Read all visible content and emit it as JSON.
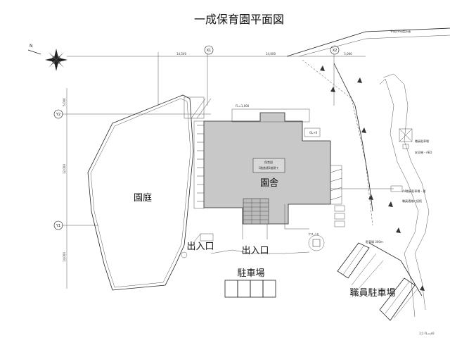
{
  "title": "一成保育園平面図",
  "labels": {
    "garden": "園庭",
    "building": "園舎",
    "entrance_left": "出入口",
    "entrance_center": "出入口",
    "parking": "駐車場",
    "staff_parking": "職員駐車場",
    "building_note_1": "保育園",
    "building_note_2": "1階普通1階建て",
    "tree_label": "クスノキ"
  },
  "grid_marks": {
    "x1": "X1",
    "x2": "X2",
    "y1": "Y1",
    "y2": "Y2"
  },
  "dimensions": {
    "top_left": "14,500",
    "top_middle": "14,000",
    "top_right": "5,000",
    "left_top": "5,000",
    "left_middle": "12,000",
    "left_bottom": "14,000"
  },
  "annotations": {
    "top_right_road": "平成29年度計画",
    "right_note_1": "職員駐車場",
    "right_note_2": "安全柵・AED",
    "right_note_3": "A4職員駐車場・通",
    "right_note_4": "職員通路に接続",
    "bottom_note_1": "1:1 FL=±0",
    "bottom_note_2": "駐車場 300m",
    "fl_label": "FL=1,000",
    "gl_label": "GL+0"
  },
  "colors": {
    "building_fill": "#c8c8c8",
    "line": "#222222"
  }
}
